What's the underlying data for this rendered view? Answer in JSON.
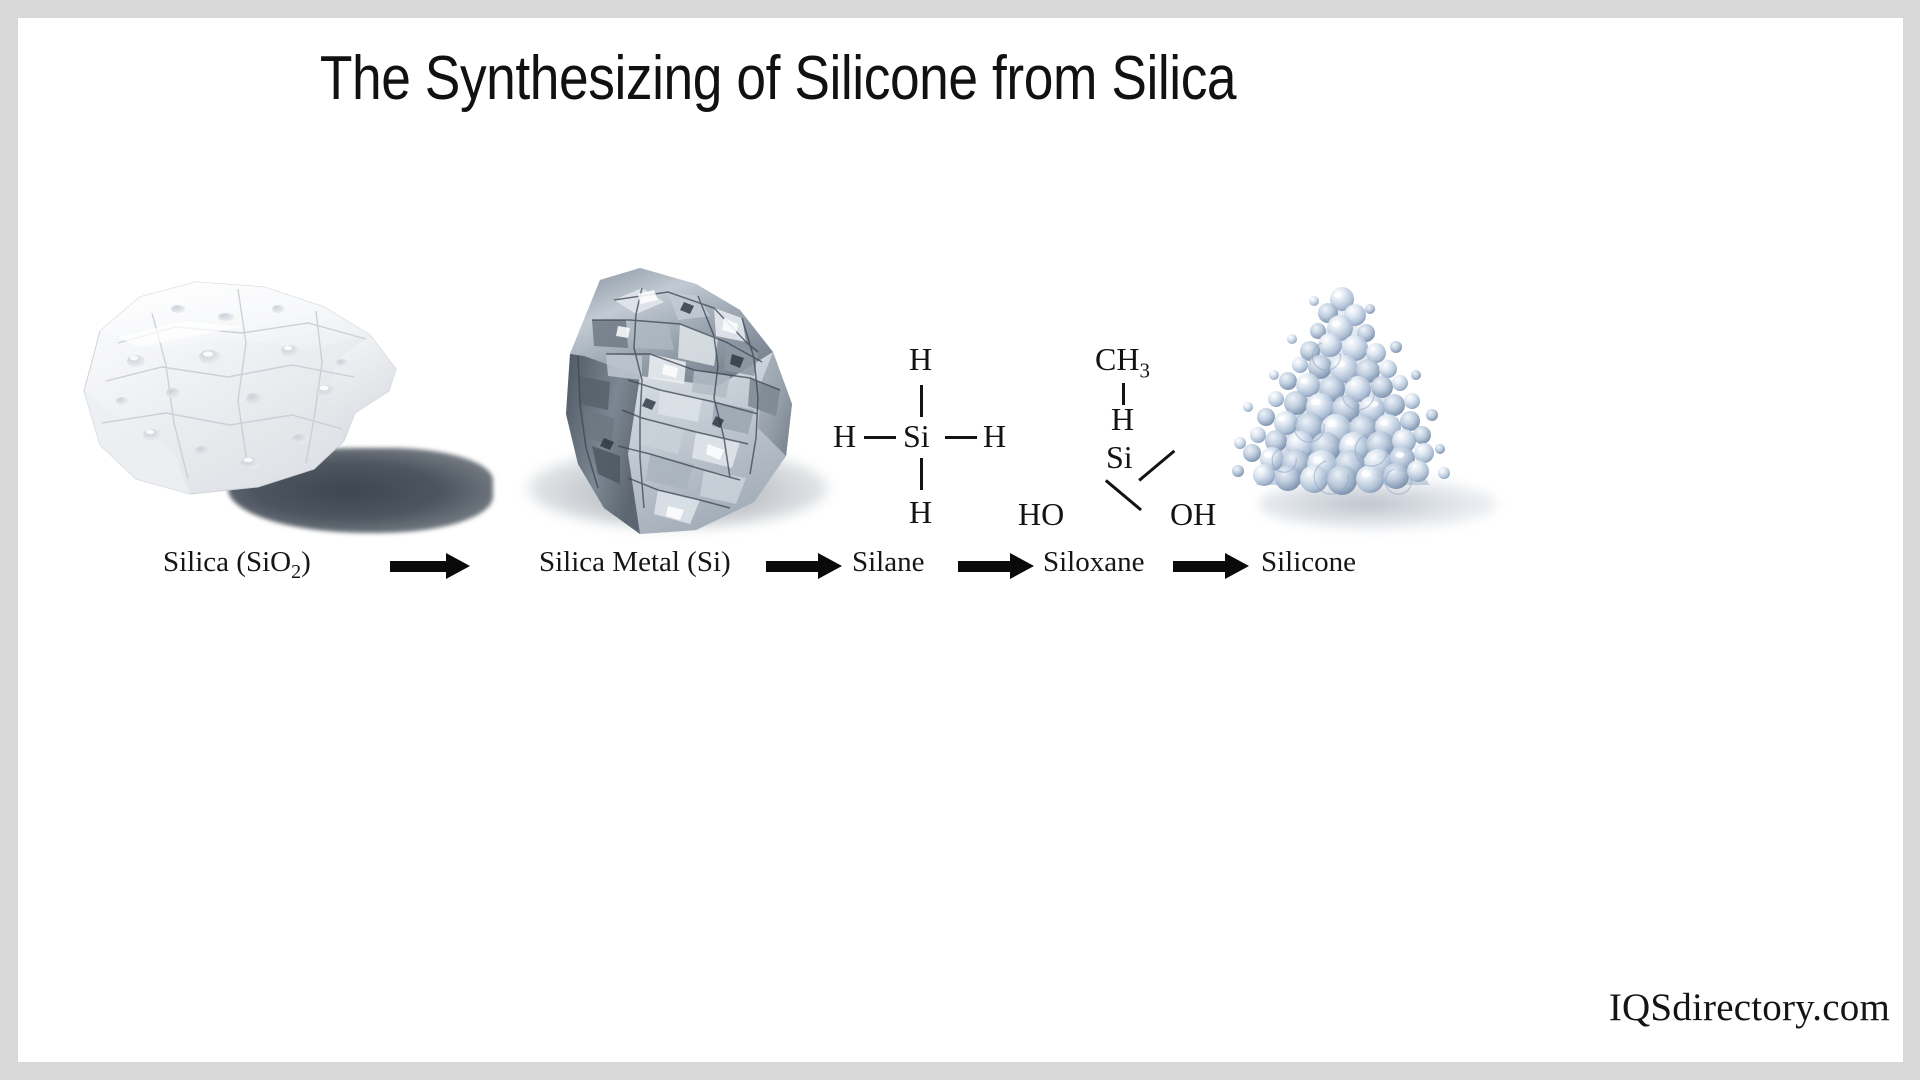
{
  "page": {
    "title": "The Synthesizing of Silicone from Silica",
    "background_color": "#ffffff",
    "outer_color": "#d8d8d8",
    "text_color": "#141414"
  },
  "watermark": {
    "text": "IQSdirectory.com"
  },
  "flow": {
    "steps": [
      {
        "id": "silica",
        "label_prefix": "Silica (SiO",
        "label_sub": "2",
        "label_suffix": ")",
        "image": "silica-rock-image",
        "image_description": "white translucent silica rock with dark shadow"
      },
      {
        "id": "silica-metal",
        "label_prefix": "Silica Metal (Si)",
        "label_sub": "",
        "label_suffix": "",
        "image": "silicon-metal-rock-image",
        "image_description": "crystalline metallic silver silicon rock"
      },
      {
        "id": "silane",
        "label_prefix": "Silane",
        "label_sub": "",
        "label_suffix": "",
        "image": "silane-structure-diagram",
        "image_description": "silane structural formula"
      },
      {
        "id": "siloxane",
        "label_prefix": "Siloxane",
        "label_sub": "",
        "label_suffix": "",
        "image": "siloxane-structure-diagram",
        "image_description": "siloxane structural formula"
      },
      {
        "id": "silicone",
        "label_prefix": "Silicone",
        "label_sub": "",
        "label_suffix": "",
        "image": "silicone-bubbles-image",
        "image_description": "cone shaped pile of translucent blue-grey silicone bubbles"
      }
    ],
    "arrow_count": 4,
    "arrow_color": "#0a0a0a"
  },
  "molecules": {
    "silane": {
      "name": "Silane",
      "center": "Si",
      "top": "H",
      "bottom": "H",
      "left": "H",
      "right": "H"
    },
    "siloxane": {
      "name": "Siloxane",
      "top": "CH",
      "top_sub": "3",
      "upper": "H",
      "center": "Si",
      "lower_left": "HO",
      "lower_right": "OH"
    }
  }
}
